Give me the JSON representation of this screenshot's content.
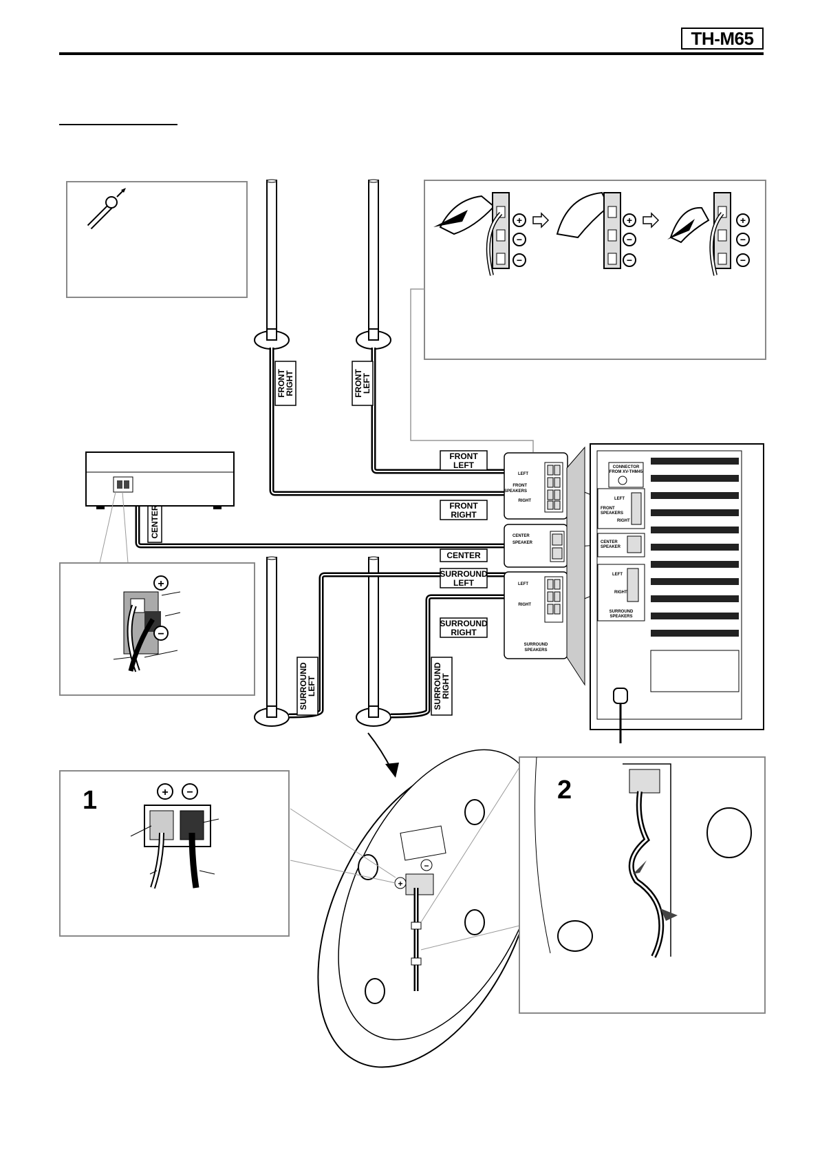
{
  "header": {
    "model": "TH-M65"
  },
  "wire_tags": {
    "front_right_post": [
      "FRONT",
      "RIGHT"
    ],
    "front_left_post": [
      "FRONT",
      "LEFT"
    ],
    "center": [
      "CENTER"
    ],
    "surround_left_post": [
      "SURROUND",
      "LEFT"
    ],
    "surround_right_post": [
      "SURROUND",
      "RIGHT"
    ]
  },
  "terminal_labels": {
    "front_left": [
      "FRONT",
      "LEFT"
    ],
    "front_right": [
      "FRONT",
      "RIGHT"
    ],
    "center": "CENTER",
    "surround_left": [
      "SURROUND",
      "LEFT"
    ],
    "surround_right": [
      "SURROUND",
      "RIGHT"
    ]
  },
  "terminal_panel": {
    "left": "LEFT",
    "right": "RIGHT",
    "front_speakers": [
      "FRONT",
      "SPEAKERS"
    ],
    "center_speaker": [
      "CENTER",
      "SPEAKER"
    ],
    "surround_speakers": [
      "SURROUND",
      "SPEAKERS"
    ]
  },
  "subwoofer_panel": {
    "connector": [
      "CONNECTOR",
      "FROM XV-THM45"
    ],
    "front_speakers": [
      "FRONT",
      "SPEAKERS"
    ],
    "center_speaker": [
      "CENTER",
      "SPEAKER"
    ],
    "surround_speakers": [
      "SURROUND",
      "SPEAKERS"
    ],
    "left": "LEFT",
    "right": "RIGHT"
  },
  "steps": {
    "one": "1",
    "two": "2"
  }
}
